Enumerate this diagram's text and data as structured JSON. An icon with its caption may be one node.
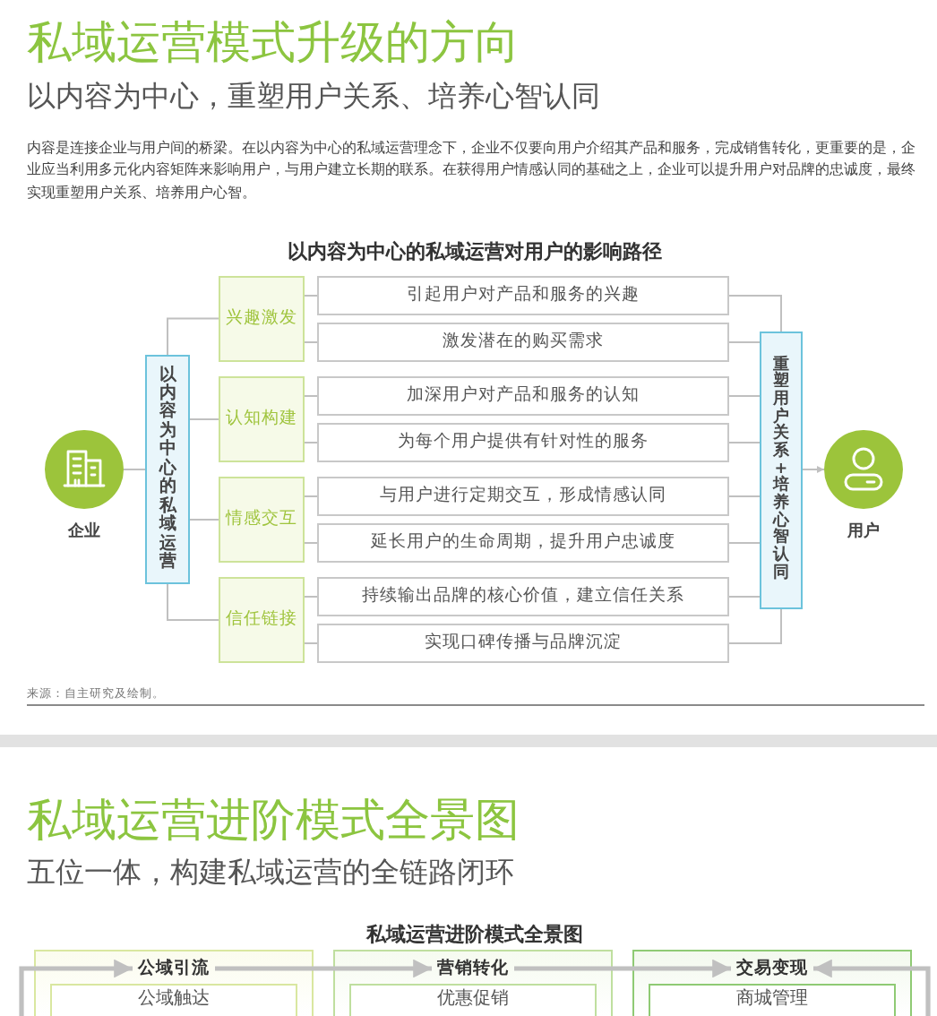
{
  "diagram": {
    "title": "私域运营模式升级的方向",
    "nodes": [
      {
        "text": [
          "企业"
        ]
      },
      {
        "text": [
          "以内容为中心的私域运营"
        ]
      },
      {
        "text": [
          "兴趣激发"
        ]
      },
      {
        "text": [
          "引起用户对产品和服务的兴趣"
        ]
      },
      {
        "text": [
          "激发潜在的购买需求"
        ]
      },
      {
        "text": [
          "认知构建"
        ]
      },
      {
        "text": [
          "加深用户对产品和服务的认知"
        ]
      },
      {
        "text": [
          "为每个用户提供有针对性的服务"
        ]
      },
      {
        "text": [
          "情感交互"
        ]
      },
      {
        "text": [
          "与用户进行定期交互，形成情感认同"
        ]
      },
      {
        "text": [
          "延长用户的生命周期，提升用户忠诚度"
        ]
      },
      {
        "text": [
          "信任链接"
        ]
      },
      {
        "text": [
          "持续输出品牌的核心价值，建立信任关系"
        ]
      },
      {
        "text": [
          "实现口碑传播与品牌沉淀"
        ]
      },
      {
        "text": [
          "重塑用户关系+培养心智认同"
        ]
      },
      {
        "text": [
          "用户"
        ]
      },
      {
        "text": [],
        "shape": "box"
      },
      {
        "text": [
          "公域引流"
        ],
        "in": 16
      },
      {
        "text": [
          "公域触达"
        ],
        "in": 16
      },
      {
        "text": [],
        "shape": "box"
      },
      {
        "text": [
          "营销转化"
        ],
        "in": 19
      },
      {
        "text": [
          "优惠促销"
        ],
        "in": 19
      },
      {
        "text": [],
        "shape": "box"
      },
      {
        "text": [
          "交易变现"
        ],
        "in": 22
      },
      {
        "text": [
          "商城管理"
        ],
        "in": 22
      }
    ],
    "edges": [
      {
        "from": 0,
        "to": 1,
        "arrow": "none"
      },
      {
        "from": 1,
        "to": 2,
        "arrow": "none"
      },
      {
        "from": 1,
        "to": 5,
        "arrow": "none"
      },
      {
        "from": 1,
        "to": 8,
        "arrow": "none"
      },
      {
        "from": 1,
        "to": 11,
        "arrow": "none"
      },
      {
        "from": 2,
        "to": 3,
        "arrow": "none"
      },
      {
        "from": 2,
        "to": 4,
        "arrow": "none"
      },
      {
        "from": 5,
        "to": 6,
        "arrow": "none"
      },
      {
        "from": 5,
        "to": 7,
        "arrow": "none"
      },
      {
        "from": 8,
        "to": 9,
        "arrow": "none"
      },
      {
        "from": 8,
        "to": 10,
        "arrow": "none"
      },
      {
        "from": 11,
        "to": 12,
        "arrow": "none"
      },
      {
        "from": 11,
        "to": 13,
        "arrow": "none"
      },
      {
        "from": 3,
        "to": 14,
        "arrow": "none"
      },
      {
        "from": 4,
        "to": 14,
        "arrow": "none"
      },
      {
        "from": 6,
        "to": 14,
        "arrow": "none"
      },
      {
        "from": 7,
        "to": 14,
        "arrow": "none"
      },
      {
        "from": 9,
        "to": 14,
        "arrow": "none"
      },
      {
        "from": 10,
        "to": 14,
        "arrow": "none"
      },
      {
        "from": 12,
        "to": 14,
        "arrow": "none"
      },
      {
        "from": 13,
        "to": 14,
        "arrow": "none"
      },
      {
        "from": 14,
        "to": 15,
        "arrow": "to"
      },
      {
        "from": null,
        "to": 17,
        "arrow": "to",
        "style": "thick"
      },
      {
        "from": 17,
        "to": 20,
        "arrow": "to",
        "style": "thick"
      },
      {
        "from": 20,
        "to": 23,
        "arrow": "to",
        "style": "thick"
      },
      {
        "from": null,
        "to": 23,
        "arrow": "to",
        "style": "thick"
      }
    ],
    "labels": [
      "以内容为中心，重塑用户关系、培养心智认同",
      "内容是连接企业与用户间的桥梁。在以内容为中心的私域运营理念下，企业不仅要向用户介绍其产品和服务，完成销售转化，更重要的是，企业应当利用多元化内容矩阵来影响用户，与用户建立长期的联系。在获得用户情感认同的基础之上，企业可以提升用户对品牌的忠诚度，最终实现重塑用户关系、培养用户心智。",
      "以内容为中心的私域运营对用户的影响路径",
      "来源：自主研究及绘制。",
      "私域运营进阶模式全景图",
      "五位一体，构建私域运营的全链路闭环",
      "私域运营进阶模式全景图"
    ]
  }
}
